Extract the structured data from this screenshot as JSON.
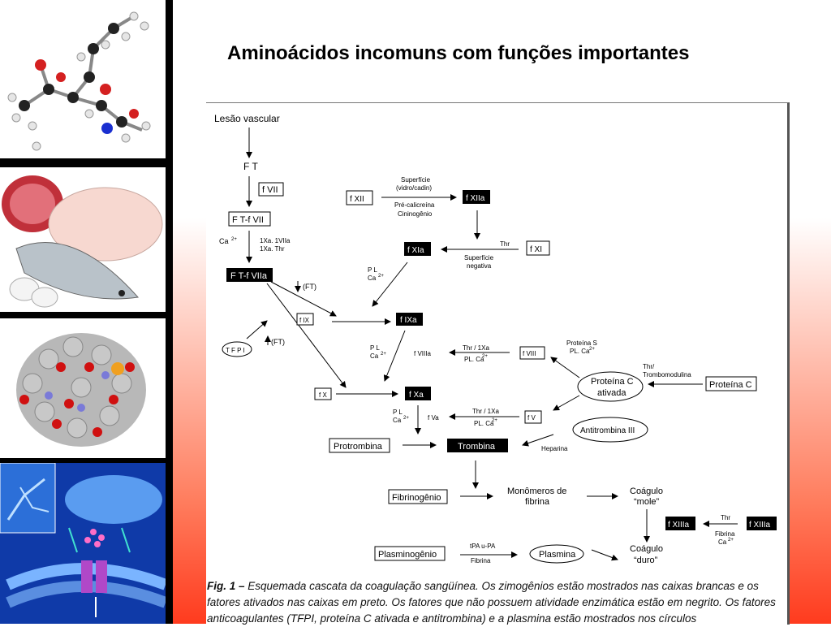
{
  "slide_title": "Aminoácidos incomuns com funções importantes",
  "sidebar": {
    "images": [
      {
        "name": "molecule-ball-stick"
      },
      {
        "name": "meat-chicken-fish-eggs"
      },
      {
        "name": "protein-space-filling"
      },
      {
        "name": "membrane-receptor-illustration"
      }
    ]
  },
  "diagram": {
    "lesao": "Lesão vascular",
    "ft": "F T",
    "fvii": "f VII",
    "ftfvii": "F T-f VII",
    "ca2": "Ca",
    "ca_sup": "2+",
    "ftfvii_l1": "1Xa. 1VIIa",
    "ftfvii_l2": "1Xa. Thr",
    "ftfviia": "F T-f VIIa",
    "ft_paren": "(FT)",
    "tfpi": "T F P I",
    "fix": "f IX",
    "fixa": "f IXa",
    "fx": "f X",
    "fxa": "f Xa",
    "fxii": "f XII",
    "fxiia": "f XIIa",
    "sup1": "Superfície",
    "sup2": "(vidro/cadin)",
    "precal": "Pré-calicreína",
    "cinin": "Cininogênio",
    "fxi": "f XI",
    "fxia": "f XIa",
    "thr": "Thr",
    "supneg1": "Superfície",
    "supneg2": "negativa",
    "pl": "P L",
    "fviii": "f VIII",
    "fviiia": "f VIIIa",
    "thr_1xa": "Thr / 1Xa",
    "pl_ca": "PL. Ca",
    "prot_s1": "Proteína S",
    "prot_s2": "PL. Ca",
    "thr_slash": "Thr/",
    "trombomod": "Trombomodulina",
    "protc": "Proteína C",
    "protc_at1": "Proteína C",
    "protc_at2": "ativada",
    "fv": "f V",
    "fva": "f Va",
    "antitrombina": "Antitrombina III",
    "heparina": "Heparina",
    "protrombina": "Protrombina",
    "trombina": "Trombina",
    "fibrinogenio": "Fibrinogênio",
    "monomeros1": "Monômeros de",
    "monomeros2": "fibrina",
    "coag_mole1": "Coágulo",
    "coag_mole2": "“mole”",
    "fxiiia": "f XIIIa",
    "fxiii": "f XIIIa",
    "fibrina": "Fibrina",
    "plasminogenio": "Plasminogênio",
    "tpa": "tPA u-PA",
    "fibrina2": "Fibrina",
    "plasmina": "Plasmina",
    "coag_duro1": "Coágulo",
    "coag_duro2": "“duro”"
  },
  "caption": {
    "label": "Fig. 1 –",
    "text": "Esquemada cascata da coagulação sangüínea. Os zimogênios estão mostrados nas caixas brancas e os fatores ativados nas caixas em preto. Os fatores que não possuem atividade enzimática estão em negrito. Os fatores anticoagulantes (TFPI, proteína C ativada e antitrombina) e a plasmina estão mostrados nos círculos"
  }
}
